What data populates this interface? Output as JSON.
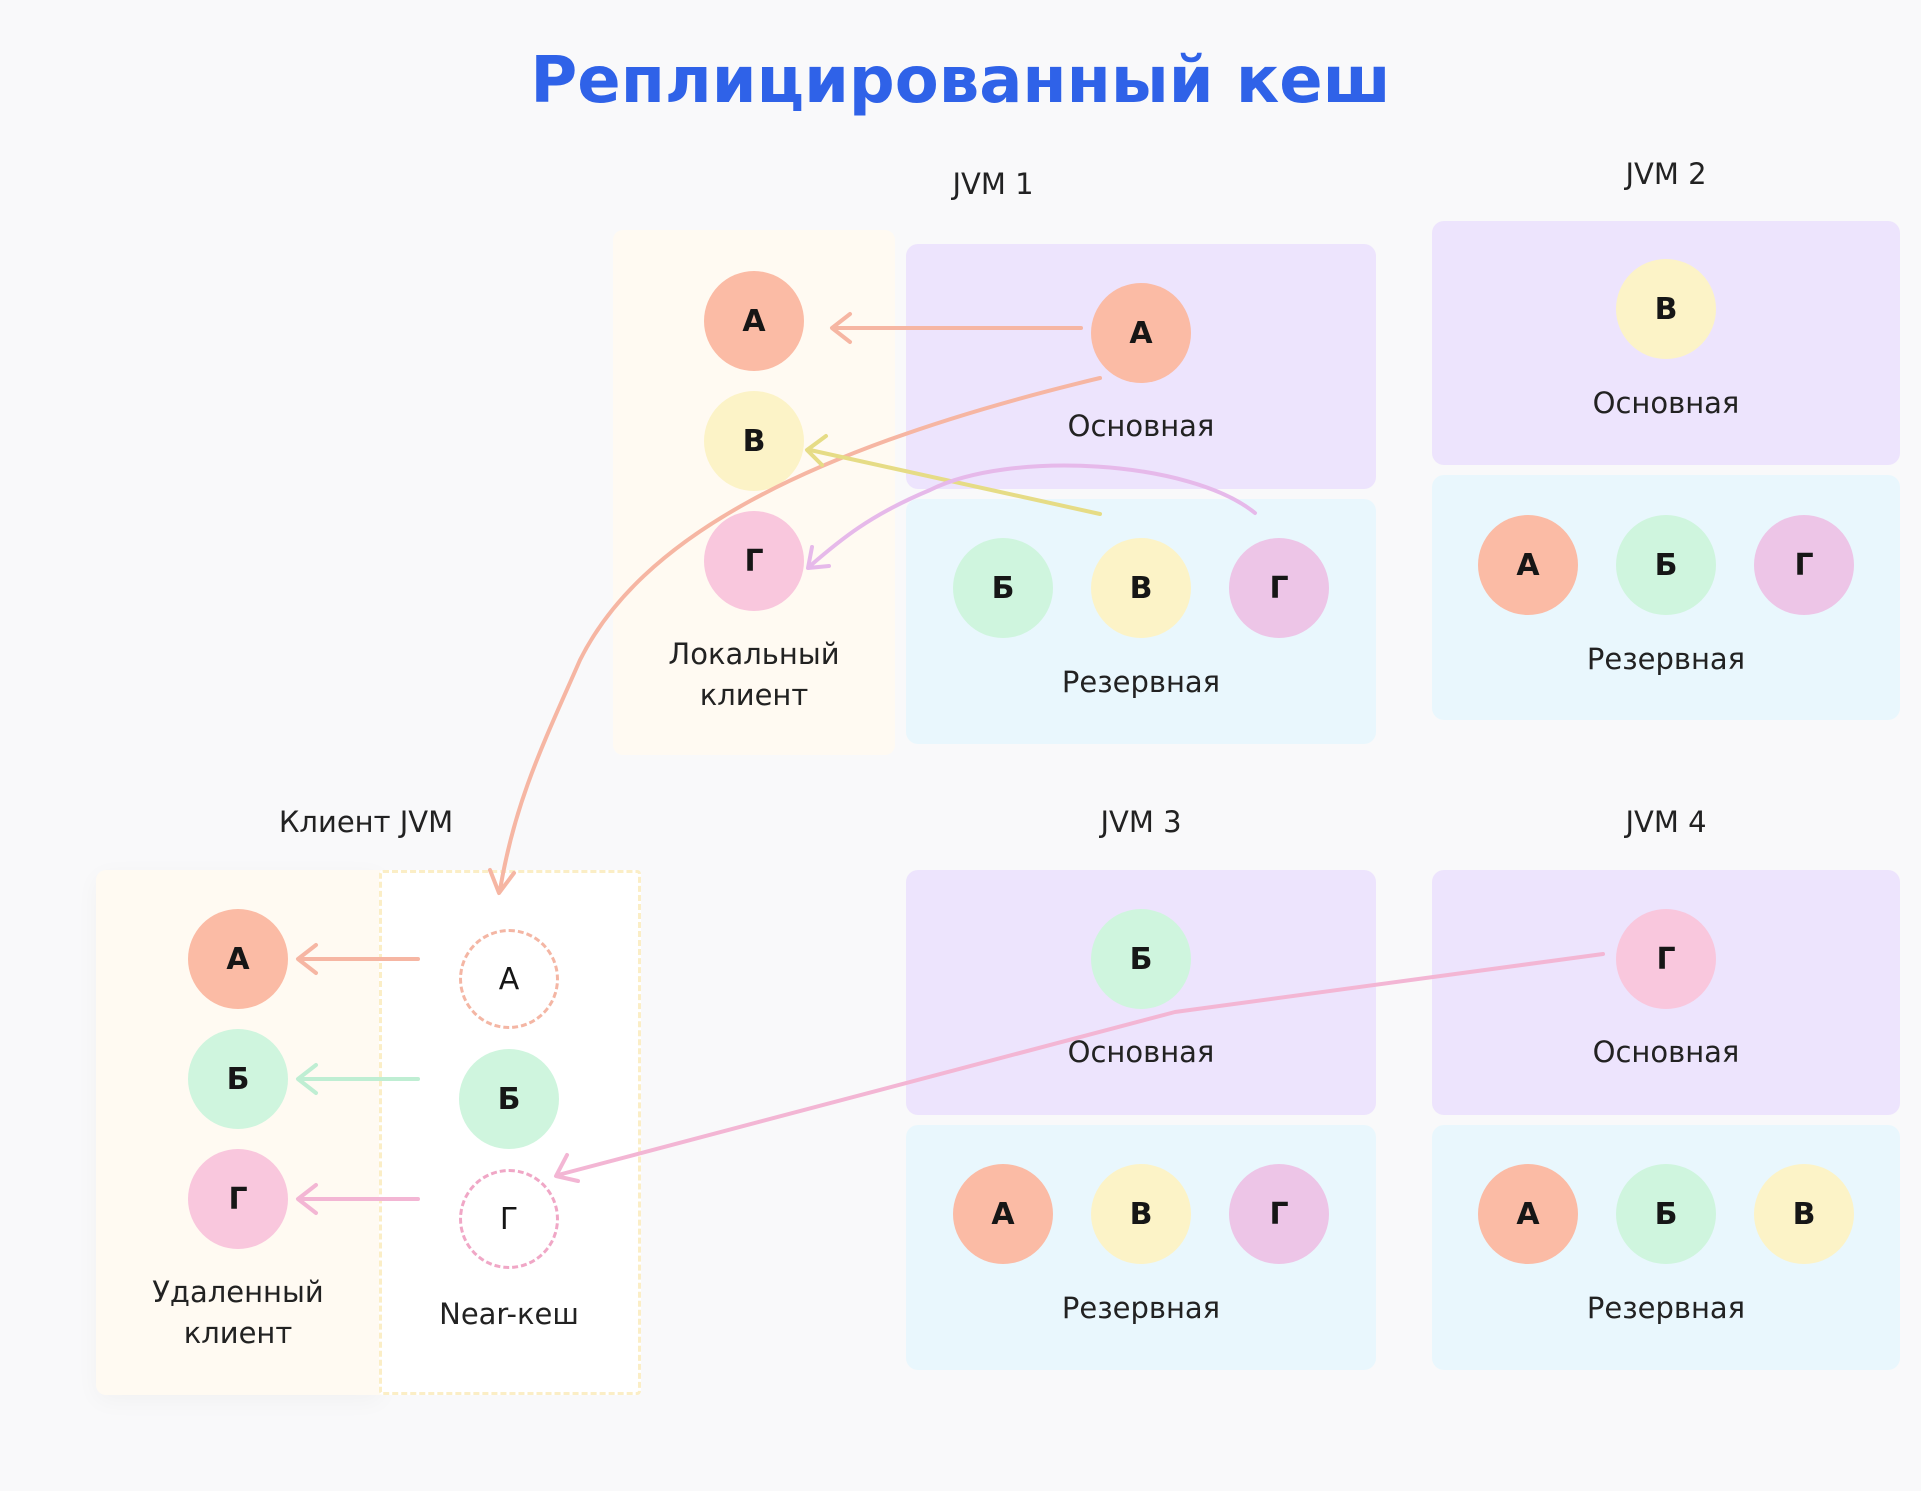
{
  "title": "Реплицированный кеш",
  "jvm1": {
    "label": "JVM 1",
    "primary_label": "Основная",
    "backup_label": "Резервная",
    "primary_nodes": [
      "А"
    ],
    "backup_nodes": [
      "Б",
      "В",
      "Г"
    ]
  },
  "jvm2": {
    "label": "JVM 2",
    "primary_label": "Основная",
    "backup_label": "Резервная",
    "primary_nodes": [
      "В"
    ],
    "backup_nodes": [
      "А",
      "Б",
      "Г"
    ]
  },
  "jvm3": {
    "label": "JVM 3",
    "primary_label": "Основная",
    "backup_label": "Резервная",
    "primary_nodes": [
      "Б"
    ],
    "backup_nodes": [
      "А",
      "В",
      "Г"
    ]
  },
  "jvm4": {
    "label": "JVM 4",
    "primary_label": "Основная",
    "backup_label": "Резервная",
    "primary_nodes": [
      "Г"
    ],
    "backup_nodes": [
      "А",
      "Б",
      "В"
    ]
  },
  "local_client": {
    "label_line1": "Локальный",
    "label_line2": "клиент",
    "nodes": [
      "А",
      "В",
      "Г"
    ]
  },
  "client_jvm": {
    "label": "Клиент JVM",
    "remote_label_line1": "Удаленный",
    "remote_label_line2": "клиент",
    "remote_nodes": [
      "А",
      "Б",
      "Г"
    ],
    "near_label": "Near-кеш",
    "near_nodes": [
      "А",
      "Б",
      "Г"
    ]
  },
  "colors": {
    "title": "#2f62e8",
    "node_a": "#fbbba5",
    "node_b": "#cff5de",
    "node_v": "#fcf3c7",
    "node_g": "#edc5e7",
    "primary_bg": "#ede4fd",
    "backup_bg": "#e9f7fd",
    "client_bg": "#fffaf2"
  }
}
